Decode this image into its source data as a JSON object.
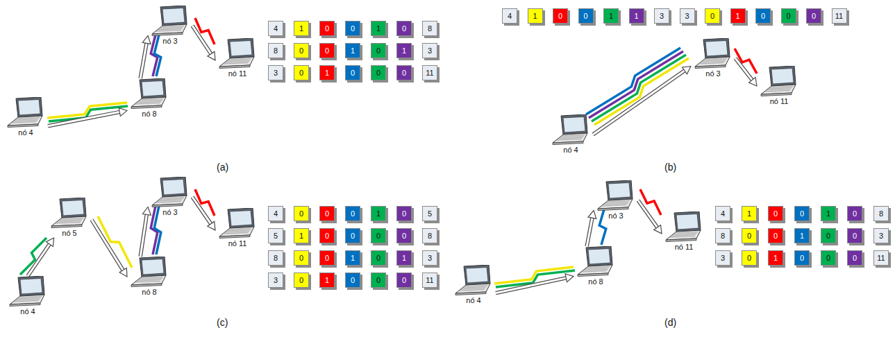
{
  "diagram": {
    "nodes": [
      {
        "text": [
          "nó 4"
        ]
      },
      {
        "text": [
          "nó 8"
        ]
      },
      {
        "text": [
          "nó 3"
        ]
      },
      {
        "text": [
          "nó 11"
        ]
      },
      {
        "text": [
          "nó 4"
        ]
      },
      {
        "text": [
          "nó 3"
        ]
      },
      {
        "text": [
          "nó 11"
        ]
      },
      {
        "text": [
          "nó 4"
        ]
      },
      {
        "text": [
          "nó 5"
        ]
      },
      {
        "text": [
          "nó 8"
        ]
      },
      {
        "text": [
          "nó 3"
        ]
      },
      {
        "text": [
          "nó 11"
        ]
      },
      {
        "text": [
          "nó 4"
        ]
      },
      {
        "text": [
          "nó 8"
        ]
      },
      {
        "text": [
          "nó 3"
        ]
      },
      {
        "text": [
          "nó 11"
        ]
      }
    ],
    "edges": [
      {
        "from": 0,
        "to": 1,
        "arrow": "to"
      },
      {
        "from": 1,
        "to": 2,
        "arrow": "to"
      },
      {
        "from": 2,
        "to": 3,
        "arrow": "to"
      },
      {
        "from": 4,
        "to": 5,
        "arrow": "to"
      },
      {
        "from": 5,
        "to": 6,
        "arrow": "to"
      },
      {
        "from": 7,
        "to": 8,
        "arrow": "to"
      },
      {
        "from": 8,
        "to": 9,
        "arrow": "to"
      },
      {
        "from": 9,
        "to": 10,
        "arrow": "to"
      },
      {
        "from": 10,
        "to": 11,
        "arrow": "to"
      },
      {
        "from": 12,
        "to": 13,
        "arrow": "to"
      },
      {
        "from": 13,
        "to": 14,
        "arrow": "to"
      },
      {
        "from": 14,
        "to": 15,
        "arrow": "to"
      }
    ],
    "labels": [
      "4",
      "1",
      "0",
      "0",
      "1",
      "0",
      "8",
      "8",
      "0",
      "0",
      "1",
      "0",
      "1",
      "3",
      "3",
      "0",
      "1",
      "0",
      "0",
      "0",
      "11",
      "(a)",
      "4",
      "1",
      "0",
      "0",
      "1",
      "1",
      "3",
      "3",
      "0",
      "1",
      "0",
      "0",
      "0",
      "11",
      "(b)",
      "4",
      "0",
      "0",
      "0",
      "1",
      "0",
      "5",
      "5",
      "1",
      "0",
      "0",
      "0",
      "0",
      "8",
      "8",
      "0",
      "0",
      "1",
      "0",
      "1",
      "3",
      "3",
      "0",
      "1",
      "0",
      "0",
      "0",
      "11",
      "(c)",
      "4",
      "1",
      "0",
      "0",
      "1",
      "0",
      "8",
      "8",
      "0",
      "0",
      "1",
      "0",
      "0",
      "3",
      "3",
      "0",
      "1",
      "0",
      "0",
      "0",
      "11",
      "(d)"
    ]
  }
}
